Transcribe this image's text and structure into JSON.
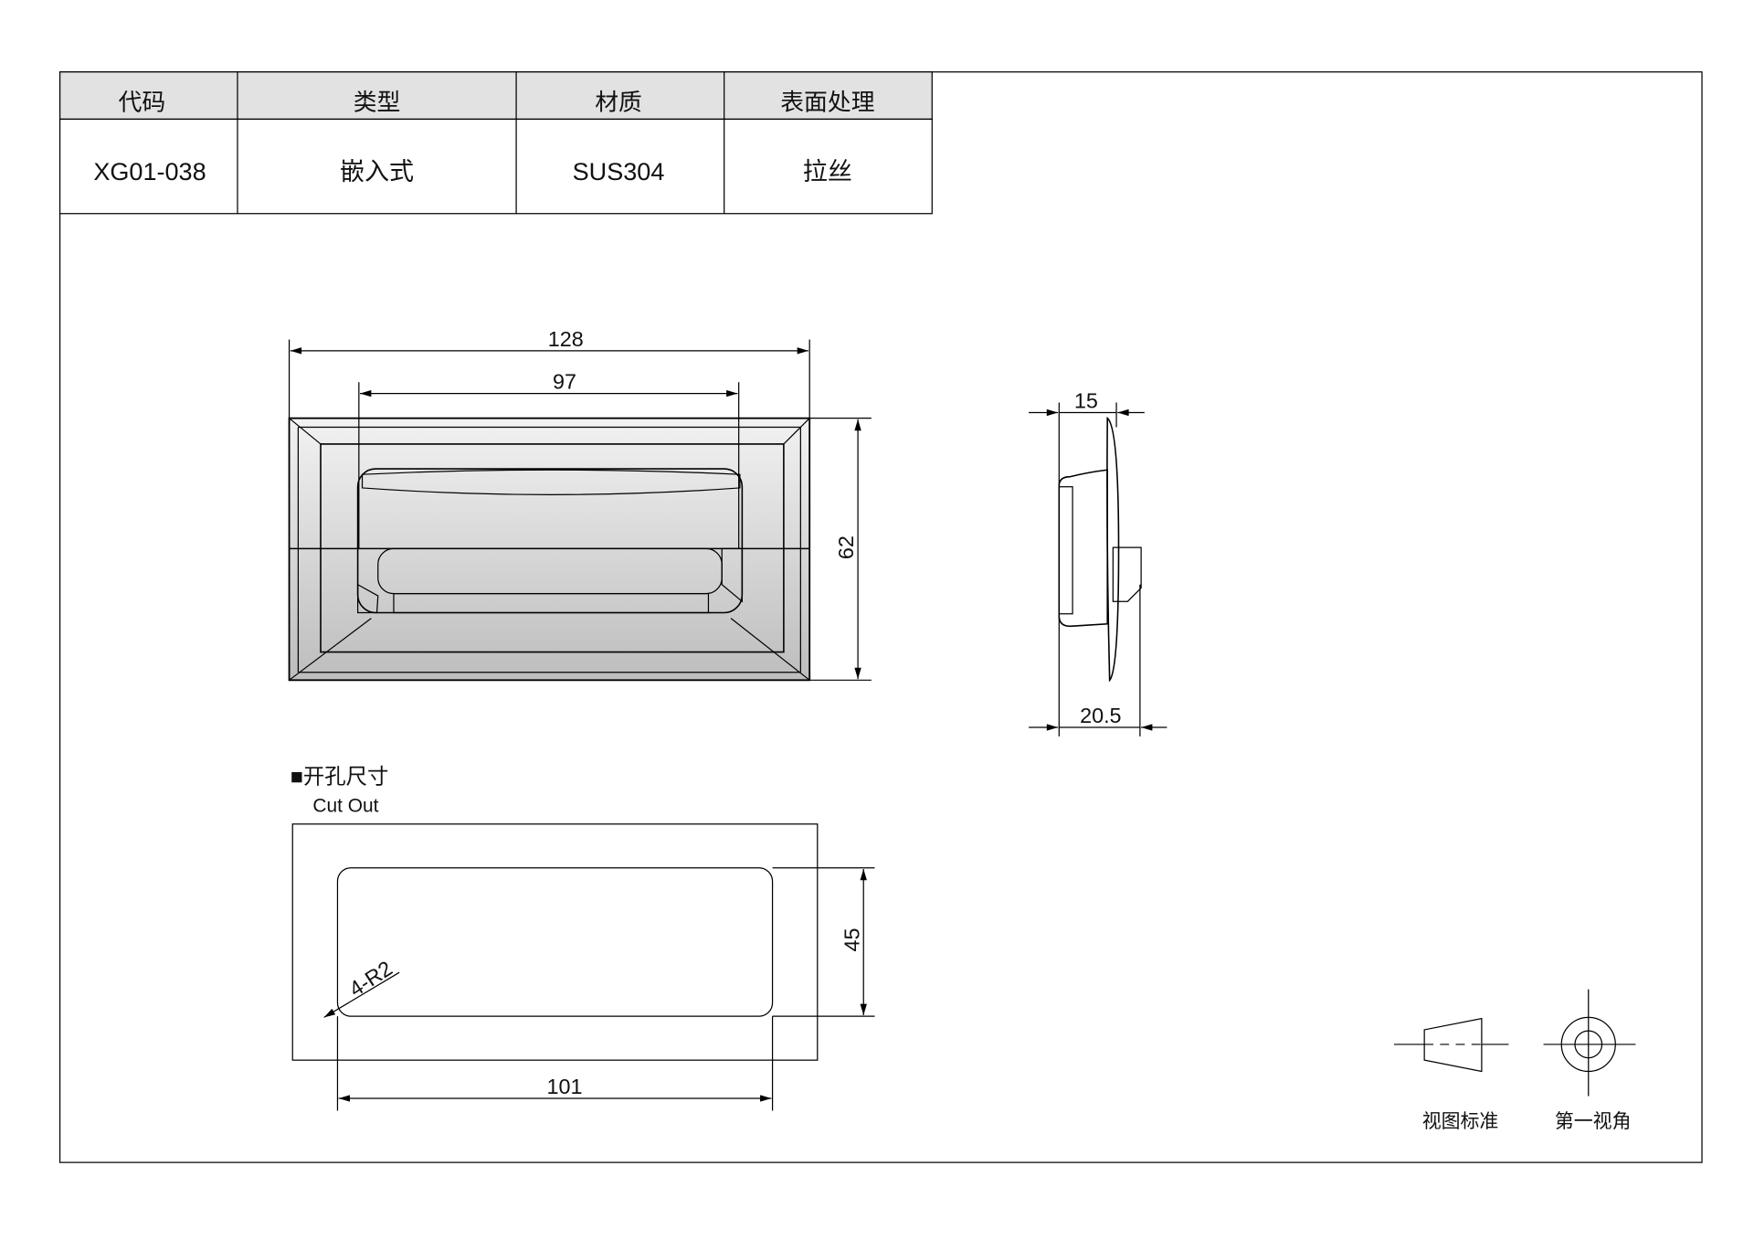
{
  "spec_table": {
    "headers": [
      "代码",
      "类型",
      "材质",
      "表面处理"
    ],
    "values": [
      "XG01-038",
      "嵌入式",
      "SUS304",
      "拉丝"
    ]
  },
  "front_view": {
    "width_dim": "128",
    "handle_dim": "97",
    "height_dim": "62"
  },
  "side_view": {
    "depth_dim": "15",
    "total_depth_dim": "20.5"
  },
  "cutout": {
    "title": "■开孔尺寸",
    "subtitle": "Cut Out",
    "width_dim": "101",
    "height_dim": "45",
    "radius_label": "4-R2"
  },
  "projection": {
    "standard_label": "视图标准",
    "angle_label": "第一视角"
  },
  "colors": {
    "header_bg": "#e2e2e2",
    "part_fill": "#d6d6d6",
    "shade": "#8a8690",
    "accent_lilac": "#c9b8d6"
  }
}
